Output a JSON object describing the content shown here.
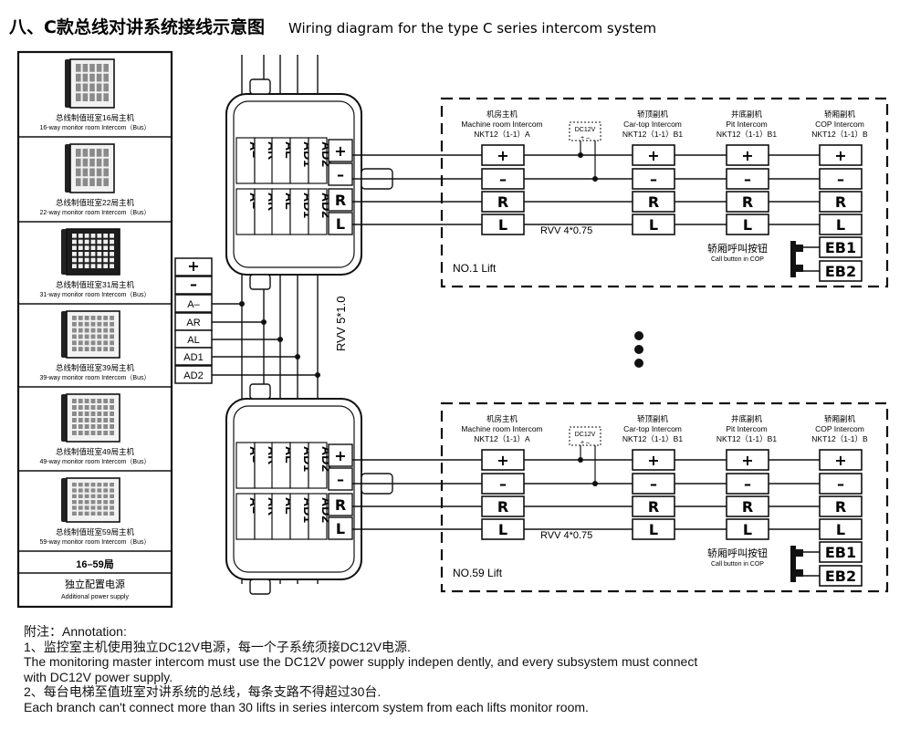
{
  "title": {
    "cn": "八、C款总线对讲系统接线示意图",
    "en": "Wiring diagram for the type C series intercom system"
  },
  "monitors": [
    {
      "cn": "总线制值班室16局主机",
      "en": "16-way monitor room Intercom（Bus）"
    },
    {
      "cn": "总线制值班室22局主机",
      "en": "22-way monitor room Intercom（Bus）"
    },
    {
      "cn": "总线制值班室31局主机",
      "en": "31-way monitor room Intercom（Bus）"
    },
    {
      "cn": "总线制值班室39局主机",
      "en": "39-way monitor room Intercom（Bus）"
    },
    {
      "cn": "总线制值班室49局主机",
      "en": "49-way monitor room Intercom（Bus）"
    },
    {
      "cn": "总线制值班室59局主机",
      "en": "59-way monitor room Intercom（Bus）"
    }
  ],
  "range_label": "16–59局",
  "power": {
    "cn": "独立配置电源",
    "en": "Additional power supply"
  },
  "bus_terminals": [
    "+",
    "–",
    "A–",
    "AR",
    "AL",
    "AD1",
    "AD2"
  ],
  "bus_cable": "RVV 5*1.0",
  "jbox": {
    "bus_labels": [
      "A–",
      "AR",
      "AL",
      "AD1",
      "AD2"
    ],
    "line_terms": [
      "+",
      "–",
      "R",
      "L"
    ]
  },
  "lifts": [
    {
      "name": "NO.1 Lift"
    },
    {
      "name": "NO.59 Lift"
    }
  ],
  "lift_units": [
    {
      "cn": "机房主机",
      "en": "Machine room Intercom",
      "model": "NKT12（1-1）A"
    },
    {
      "cn": "轿顶副机",
      "en": "Car-top Intercom",
      "model": "NKT12（1-1）B1"
    },
    {
      "cn": "井底副机",
      "en": "Pit Intercom",
      "model": "NKT12（1-1）B1"
    },
    {
      "cn": "轿厢副机",
      "en": "COP Intercom",
      "model": "NKT12（1-1）B"
    }
  ],
  "unit_terms": [
    "+",
    "–",
    "R",
    "L"
  ],
  "dc": {
    "label": "DC12V",
    "pol": "+  –"
  },
  "lift_cable": "RVV 4*0.75",
  "call_button": {
    "cn": "轿厢呼叫按钮",
    "en": "Call button in COP"
  },
  "eb": [
    "EB1",
    "EB2"
  ],
  "annotation": {
    "head": "附注：Annotation:",
    "line1_cn": "1、监控室主机使用独立DC12V电源，每一个子系统须接DC12V电源.",
    "line1_en_a": "The monitoring master intercom must use the DC12V power supply indepen dently, and every subsystem must connect",
    "line1_en_b": " with DC12V power supply.",
    "line2_cn": "2、每台电梯至值班室对讲系统的总线，每条支路不得超过30台.",
    "line2_en": "Each branch can't connect more than 30 lifts in series intercom system from each lifts monitor room."
  }
}
